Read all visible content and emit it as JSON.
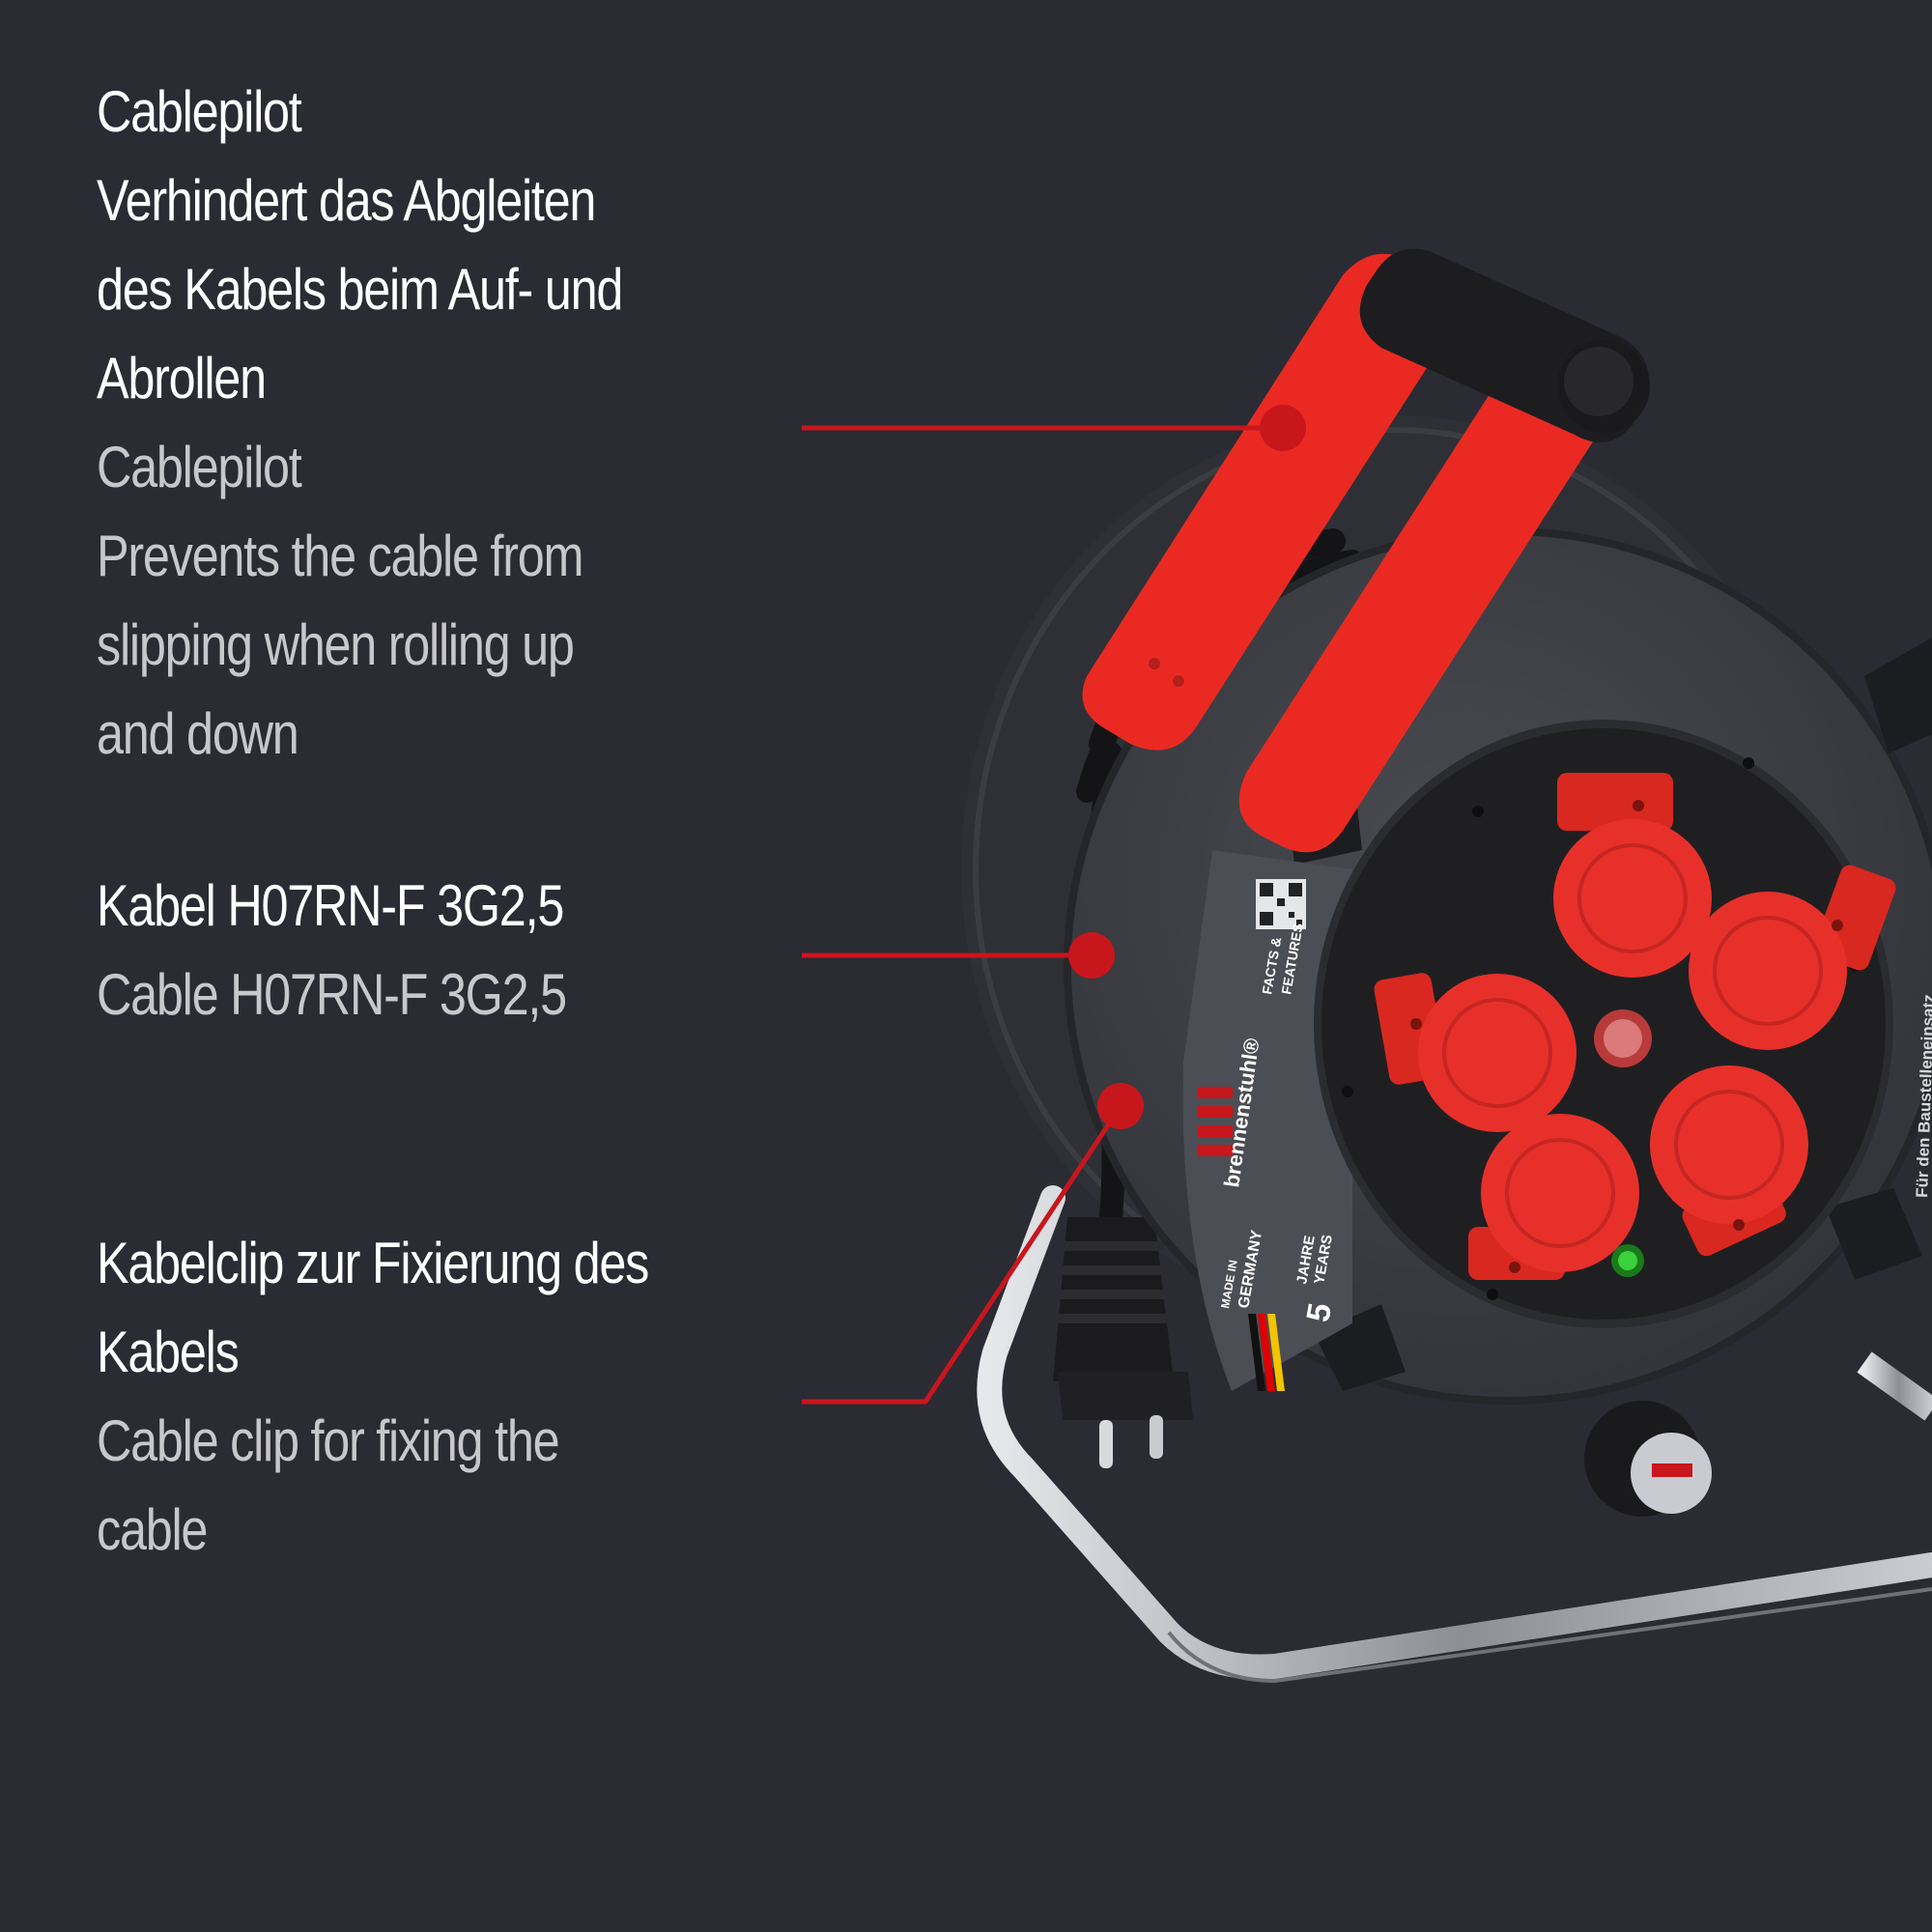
{
  "features": [
    {
      "title_de": "Cablepilot",
      "desc_de": [
        "Verhindert das Abgleiten",
        "des Kabels beim Auf- und",
        "Abrollen"
      ],
      "title_en": "Cablepilot",
      "desc_en": [
        "Prevents the cable from",
        "slipping when rolling up",
        "and down"
      ]
    },
    {
      "title_de": "Kabel H07RN-F 3G2,5",
      "title_en": "Cable H07RN-F 3G2,5"
    },
    {
      "desc_de": [
        "Kabelclip zur Fixierung des",
        "Kabels"
      ],
      "desc_en": [
        "Cable clip for fixing the",
        "cable"
      ]
    }
  ],
  "product_labels": {
    "brand": "brennenstuhl®",
    "facts": "FACTS &",
    "features": "FEATURES",
    "made_in": "MADE IN",
    "germany": "GERMANY",
    "warranty_number": "5",
    "warranty_de": "JAHRE",
    "warranty_en": "YEARS",
    "side_text": "Für den Baustelleneinsatz"
  },
  "colors": {
    "background": "#2a2b33",
    "accent_red": "#c8161d",
    "socket_red": "#e8302b",
    "reel_grey": "#3c3e44"
  }
}
